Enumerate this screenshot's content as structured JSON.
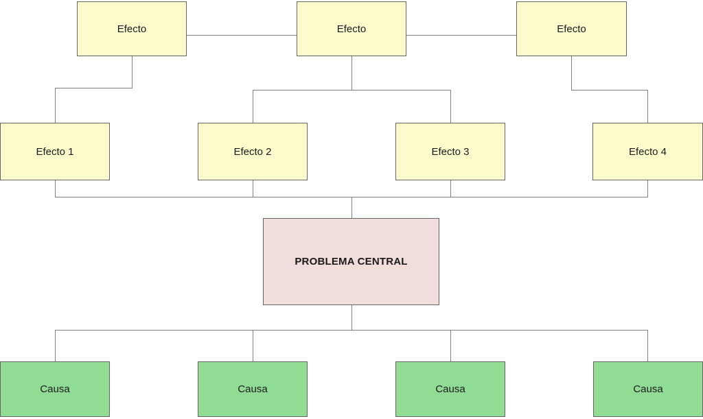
{
  "diagram": {
    "type": "problem-tree",
    "top_effects": [
      {
        "label": "Efecto"
      },
      {
        "label": "Efecto"
      },
      {
        "label": "Efecto"
      }
    ],
    "sub_effects": [
      {
        "label": "Efecto 1"
      },
      {
        "label": "Efecto 2"
      },
      {
        "label": "Efecto 3"
      },
      {
        "label": "Efecto 4"
      }
    ],
    "central_problem": {
      "label": "PROBLEMA CENTRAL"
    },
    "causes": [
      {
        "label": "Causa"
      },
      {
        "label": "Causa"
      },
      {
        "label": "Causa"
      },
      {
        "label": "Causa"
      }
    ],
    "colors": {
      "effect_fill": "#FCFBCC",
      "central_fill": "#F1DDDB",
      "cause_fill": "#90DC94",
      "box_border": "#646464",
      "connector": "#7F7F7F",
      "background": "#FFFFFF",
      "text": "#1A1A1A"
    }
  }
}
